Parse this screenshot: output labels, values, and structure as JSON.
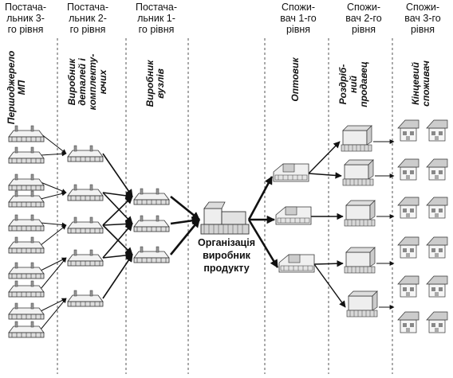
{
  "headers": [
    {
      "id": "sup3",
      "text": "Постача-\nльник 3-\nго рівня"
    },
    {
      "id": "sup2",
      "text": "Постача-\nльник 2-\nго рівня"
    },
    {
      "id": "sup1",
      "text": "Постача-\nльник 1-\nго рівня"
    },
    {
      "id": "con1",
      "text": "Спожи-\nвач 1-го\nрівня"
    },
    {
      "id": "con2",
      "text": "Спожи-\nвач 2-го\nрівня"
    },
    {
      "id": "con3",
      "text": "Спожи-\nвач 3-го\nрівня"
    }
  ],
  "column_labels": [
    {
      "id": "mp",
      "text": "Першоджерело\nМП"
    },
    {
      "id": "parts",
      "text": "Виробник\nдеталей і\nкомплекту-\nючих"
    },
    {
      "id": "units",
      "text": "Виробник\nвузлів"
    },
    {
      "id": "wholesale",
      "text": "Оптовик"
    },
    {
      "id": "retail",
      "text": "Роздріб-\nний\nпродавец"
    },
    {
      "id": "final",
      "text": "Кінцевий\nспоживач"
    }
  ],
  "center_label": "Організація\nвиробник\nпродукту"
}
